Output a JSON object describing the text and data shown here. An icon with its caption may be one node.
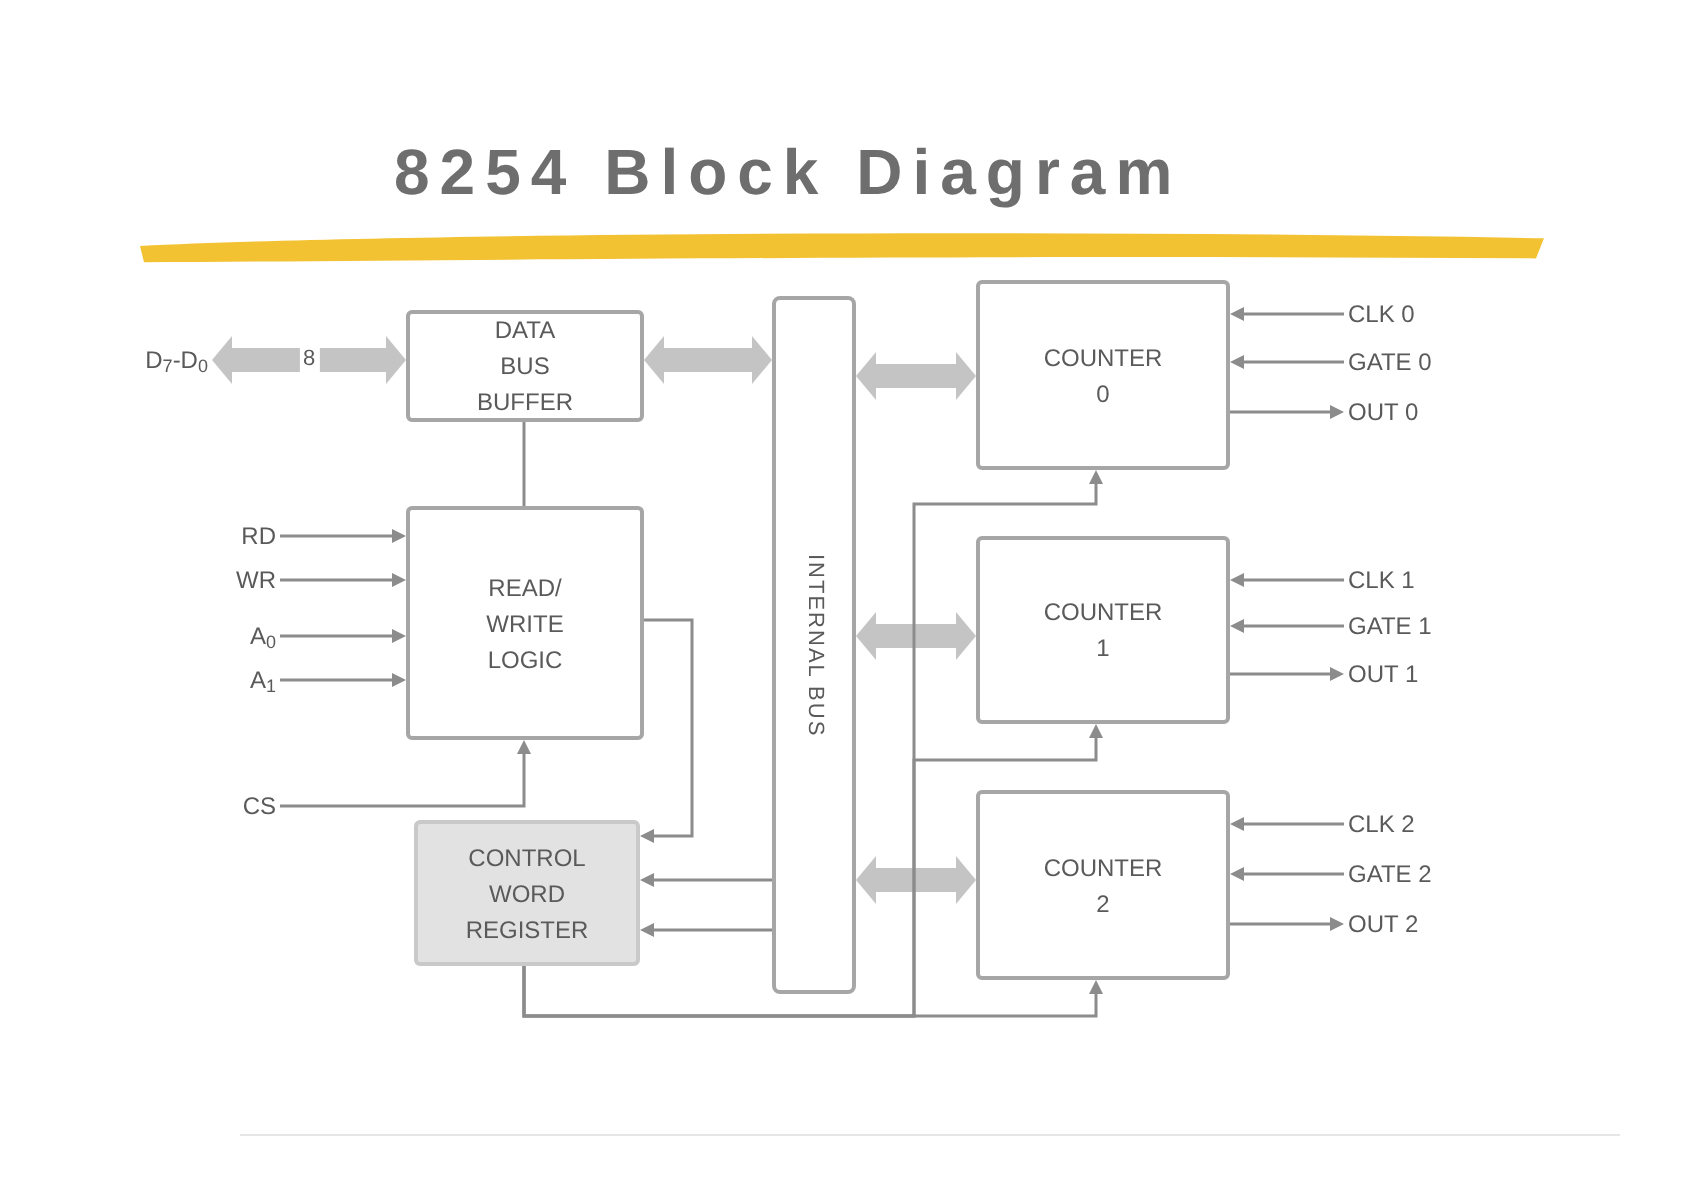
{
  "diagram": {
    "title": "8254 Block Diagram",
    "nodes": [
      {
        "text": [
          "DATA BUS BUFFER"
        ]
      },
      {
        "text": [
          "READ/ WRITE LOGIC"
        ]
      },
      {
        "text": [
          "CONTROL WORD REGISTER"
        ]
      },
      {
        "text": [
          "INTERNAL BUS"
        ]
      },
      {
        "text": [
          "COUNTER 0"
        ]
      },
      {
        "text": [
          "COUNTER 1"
        ]
      },
      {
        "text": [
          "COUNTER 2"
        ]
      },
      {
        "text": [
          "D$_{7}$-D$_{0}$"
        ]
      },
      {
        "text": [
          "RD"
        ]
      },
      {
        "text": [
          "WR"
        ]
      },
      {
        "text": [
          "A$_{0}$"
        ]
      },
      {
        "text": [
          "A$_{1}$"
        ]
      },
      {
        "text": [
          "CS"
        ]
      },
      {
        "text": [
          "CLK 0"
        ]
      },
      {
        "text": [
          "GATE 0"
        ]
      },
      {
        "text": [
          "OUT 0"
        ]
      },
      {
        "text": [
          "CLK 1"
        ]
      },
      {
        "text": [
          "GATE 1"
        ]
      },
      {
        "text": [
          "OUT 1"
        ]
      },
      {
        "text": [
          "CLK 2"
        ]
      },
      {
        "text": [
          "GATE 2"
        ]
      },
      {
        "text": [
          "OUT 2"
        ]
      },
      {
        "text": [],
        "shape": "bar"
      }
    ],
    "edges": [
      {
        "from": 7,
        "to": 0,
        "arrow": "both",
        "label": "8",
        "style": "thick",
        "color": "#c4c4c4"
      },
      {
        "from": 0,
        "to": 3,
        "arrow": "both",
        "style": "thick",
        "color": "#c4c4c4"
      },
      {
        "from": 0,
        "to": 1,
        "arrow": "none"
      },
      {
        "from": 8,
        "to": 1,
        "arrow": "to"
      },
      {
        "from": 9,
        "to": 1,
        "arrow": "to"
      },
      {
        "from": 10,
        "to": 1,
        "arrow": "to"
      },
      {
        "from": 11,
        "to": 1,
        "arrow": "to"
      },
      {
        "from": 12,
        "to": 1,
        "arrow": "to"
      },
      {
        "from": 1,
        "to": 2,
        "arrow": "to"
      },
      {
        "from": 3,
        "to": 2,
        "arrow": "to"
      },
      {
        "from": 3,
        "to": 2,
        "arrow": "to"
      },
      {
        "from": 3,
        "to": 4,
        "arrow": "both",
        "style": "thick",
        "color": "#c4c4c4"
      },
      {
        "from": 3,
        "to": 5,
        "arrow": "both",
        "style": "thick",
        "color": "#c4c4c4"
      },
      {
        "from": 3,
        "to": 6,
        "arrow": "both",
        "style": "thick",
        "color": "#c4c4c4"
      },
      {
        "from": 2,
        "to": 4,
        "arrow": "to"
      },
      {
        "from": 2,
        "to": 5,
        "arrow": "to"
      },
      {
        "from": 2,
        "to": 6,
        "arrow": "to"
      },
      {
        "from": 13,
        "to": 4,
        "arrow": "to"
      },
      {
        "from": 14,
        "to": 4,
        "arrow": "to"
      },
      {
        "from": 4,
        "to": 15,
        "arrow": "to"
      },
      {
        "from": 16,
        "to": 5,
        "arrow": "to"
      },
      {
        "from": 17,
        "to": 5,
        "arrow": "to"
      },
      {
        "from": 5,
        "to": 18,
        "arrow": "to"
      },
      {
        "from": 19,
        "to": 6,
        "arrow": "to"
      },
      {
        "from": 20,
        "to": 6,
        "arrow": "to"
      },
      {
        "from": 6,
        "to": 21,
        "arrow": "to"
      }
    ]
  }
}
